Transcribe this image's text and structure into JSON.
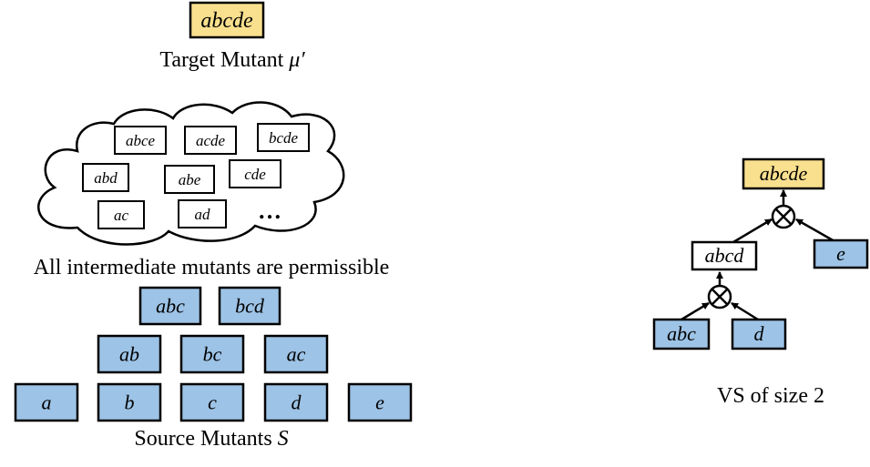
{
  "target": {
    "label": "abcde",
    "caption": "Target Mutant ",
    "caption_symbol": "μ′"
  },
  "intermediate": {
    "items": [
      "abce",
      "acde",
      "bcde",
      "abd",
      "abe",
      "cde",
      "ac",
      "ad"
    ],
    "ellipsis": "…",
    "caption": "All intermediate mutants are permissible"
  },
  "source": {
    "level3": [
      "abc",
      "bcd"
    ],
    "level2": [
      "ab",
      "bc",
      "ac"
    ],
    "level1": [
      "a",
      "b",
      "c",
      "d",
      "e"
    ],
    "caption": "Source Mutants ",
    "caption_symbol": "S"
  },
  "vs": {
    "root": "abcde",
    "intermediate": "abcd",
    "leaves": [
      "abc",
      "d",
      "e"
    ],
    "operator": "⊗",
    "caption": "VS of size 2"
  },
  "colors": {
    "target_fill": "#f9e08e",
    "source_fill": "#9dc3e6",
    "stroke": "#000000",
    "white": "#ffffff"
  }
}
